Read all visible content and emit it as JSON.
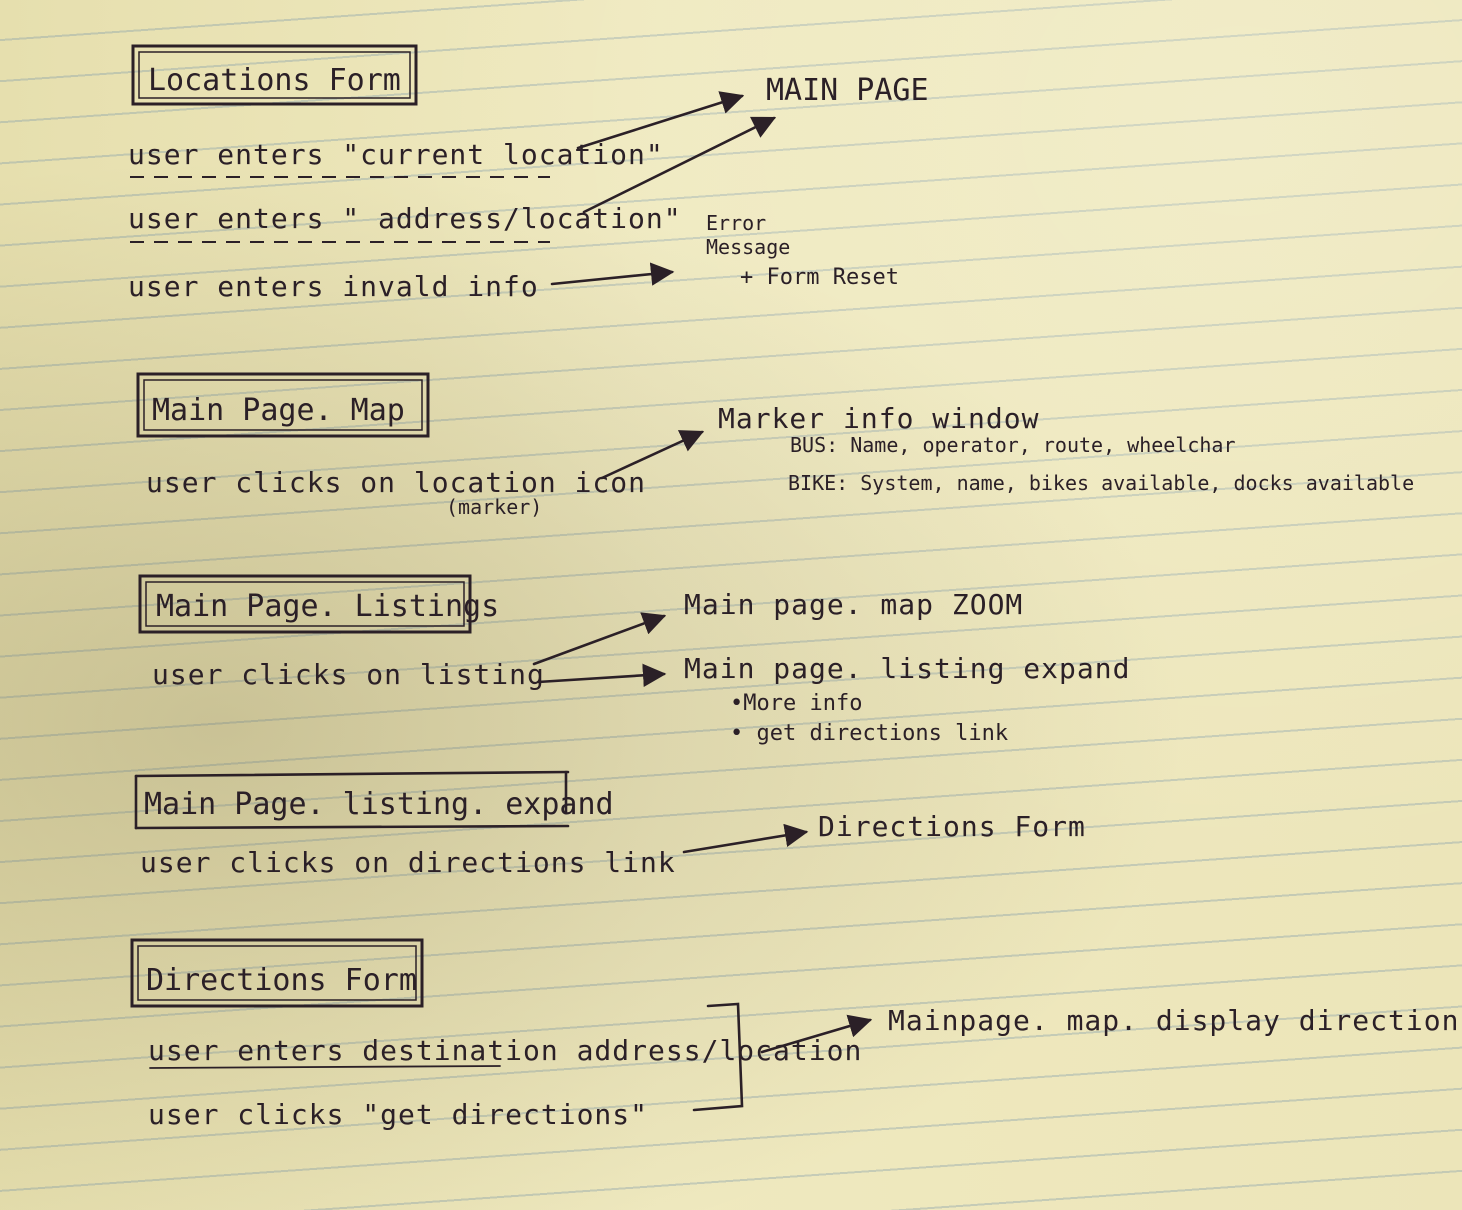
{
  "sections": {
    "locations_form": {
      "title": "Locations Form",
      "rows": [
        "user enters \"current location\"",
        "user enters \" address/location\"",
        "user enters invald info"
      ],
      "targets": {
        "main_page": "MAIN PAGE",
        "error_line1": "Error",
        "error_line2": "Message",
        "error_line3": "+ Form Reset"
      }
    },
    "main_page_map": {
      "title": "Main Page. Map",
      "row": "user clicks on location icon",
      "row_note": "(marker)",
      "target": "Marker info window",
      "target_bus": "BUS: Name, operator, route, wheelchar",
      "target_bike": "BIKE: System, name, bikes available, docks available"
    },
    "main_page_listings": {
      "title": "Main Page. Listings",
      "row": "user clicks on listing",
      "target_zoom": "Main page. map  ZOOM",
      "target_expand": "Main page. listing  expand",
      "expand_item1": "•More info",
      "expand_item2": "• get directions link"
    },
    "main_page_listing_expand": {
      "title": "Main Page. listing. expand",
      "row": "user clicks on directions link",
      "target": "Directions Form"
    },
    "directions_form": {
      "title": "Directions Form",
      "row1": "user enters destination address/location",
      "row2": "user clicks \"get directions\"",
      "target": "Mainpage. map. display directions"
    }
  }
}
